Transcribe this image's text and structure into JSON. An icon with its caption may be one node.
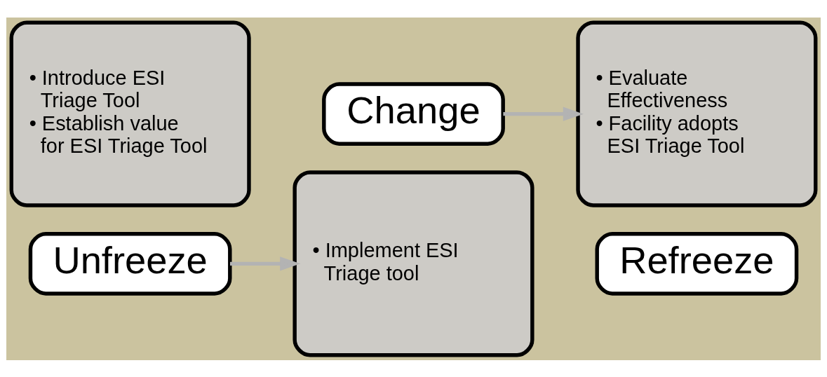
{
  "diagram": {
    "nodes": [
      {
        "text": [
          "• Introduce ESI Triage Tool",
          "• Establish value for ESI Triage Tool"
        ]
      },
      {
        "text": [
          "Unfreeze"
        ]
      },
      {
        "text": [
          "• Implement ESI Triage tool"
        ]
      },
      {
        "text": [
          "Change"
        ]
      },
      {
        "text": [
          "• Evaluate Effectiveness",
          "• Facility adopts ESI Triage Tool"
        ]
      },
      {
        "text": [
          "Refreeze"
        ]
      }
    ],
    "edges": [
      {
        "from": 1,
        "to": 2,
        "arrow": "to",
        "color": "#b3b3b3"
      },
      {
        "from": 3,
        "to": 4,
        "arrow": "to",
        "color": "#b3b3b3"
      }
    ]
  }
}
